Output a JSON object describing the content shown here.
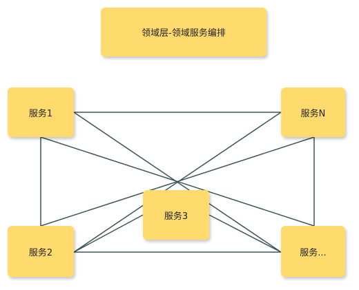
{
  "diagram": {
    "title": "领域层-领域服务编排",
    "nodes": {
      "service_1": "服务1",
      "service_n": "服务N",
      "service_3": "服务3",
      "service_2": "服务2",
      "service_more": "服务..."
    },
    "line_color": "#3d5555",
    "node_color": "#ffdb6e"
  }
}
